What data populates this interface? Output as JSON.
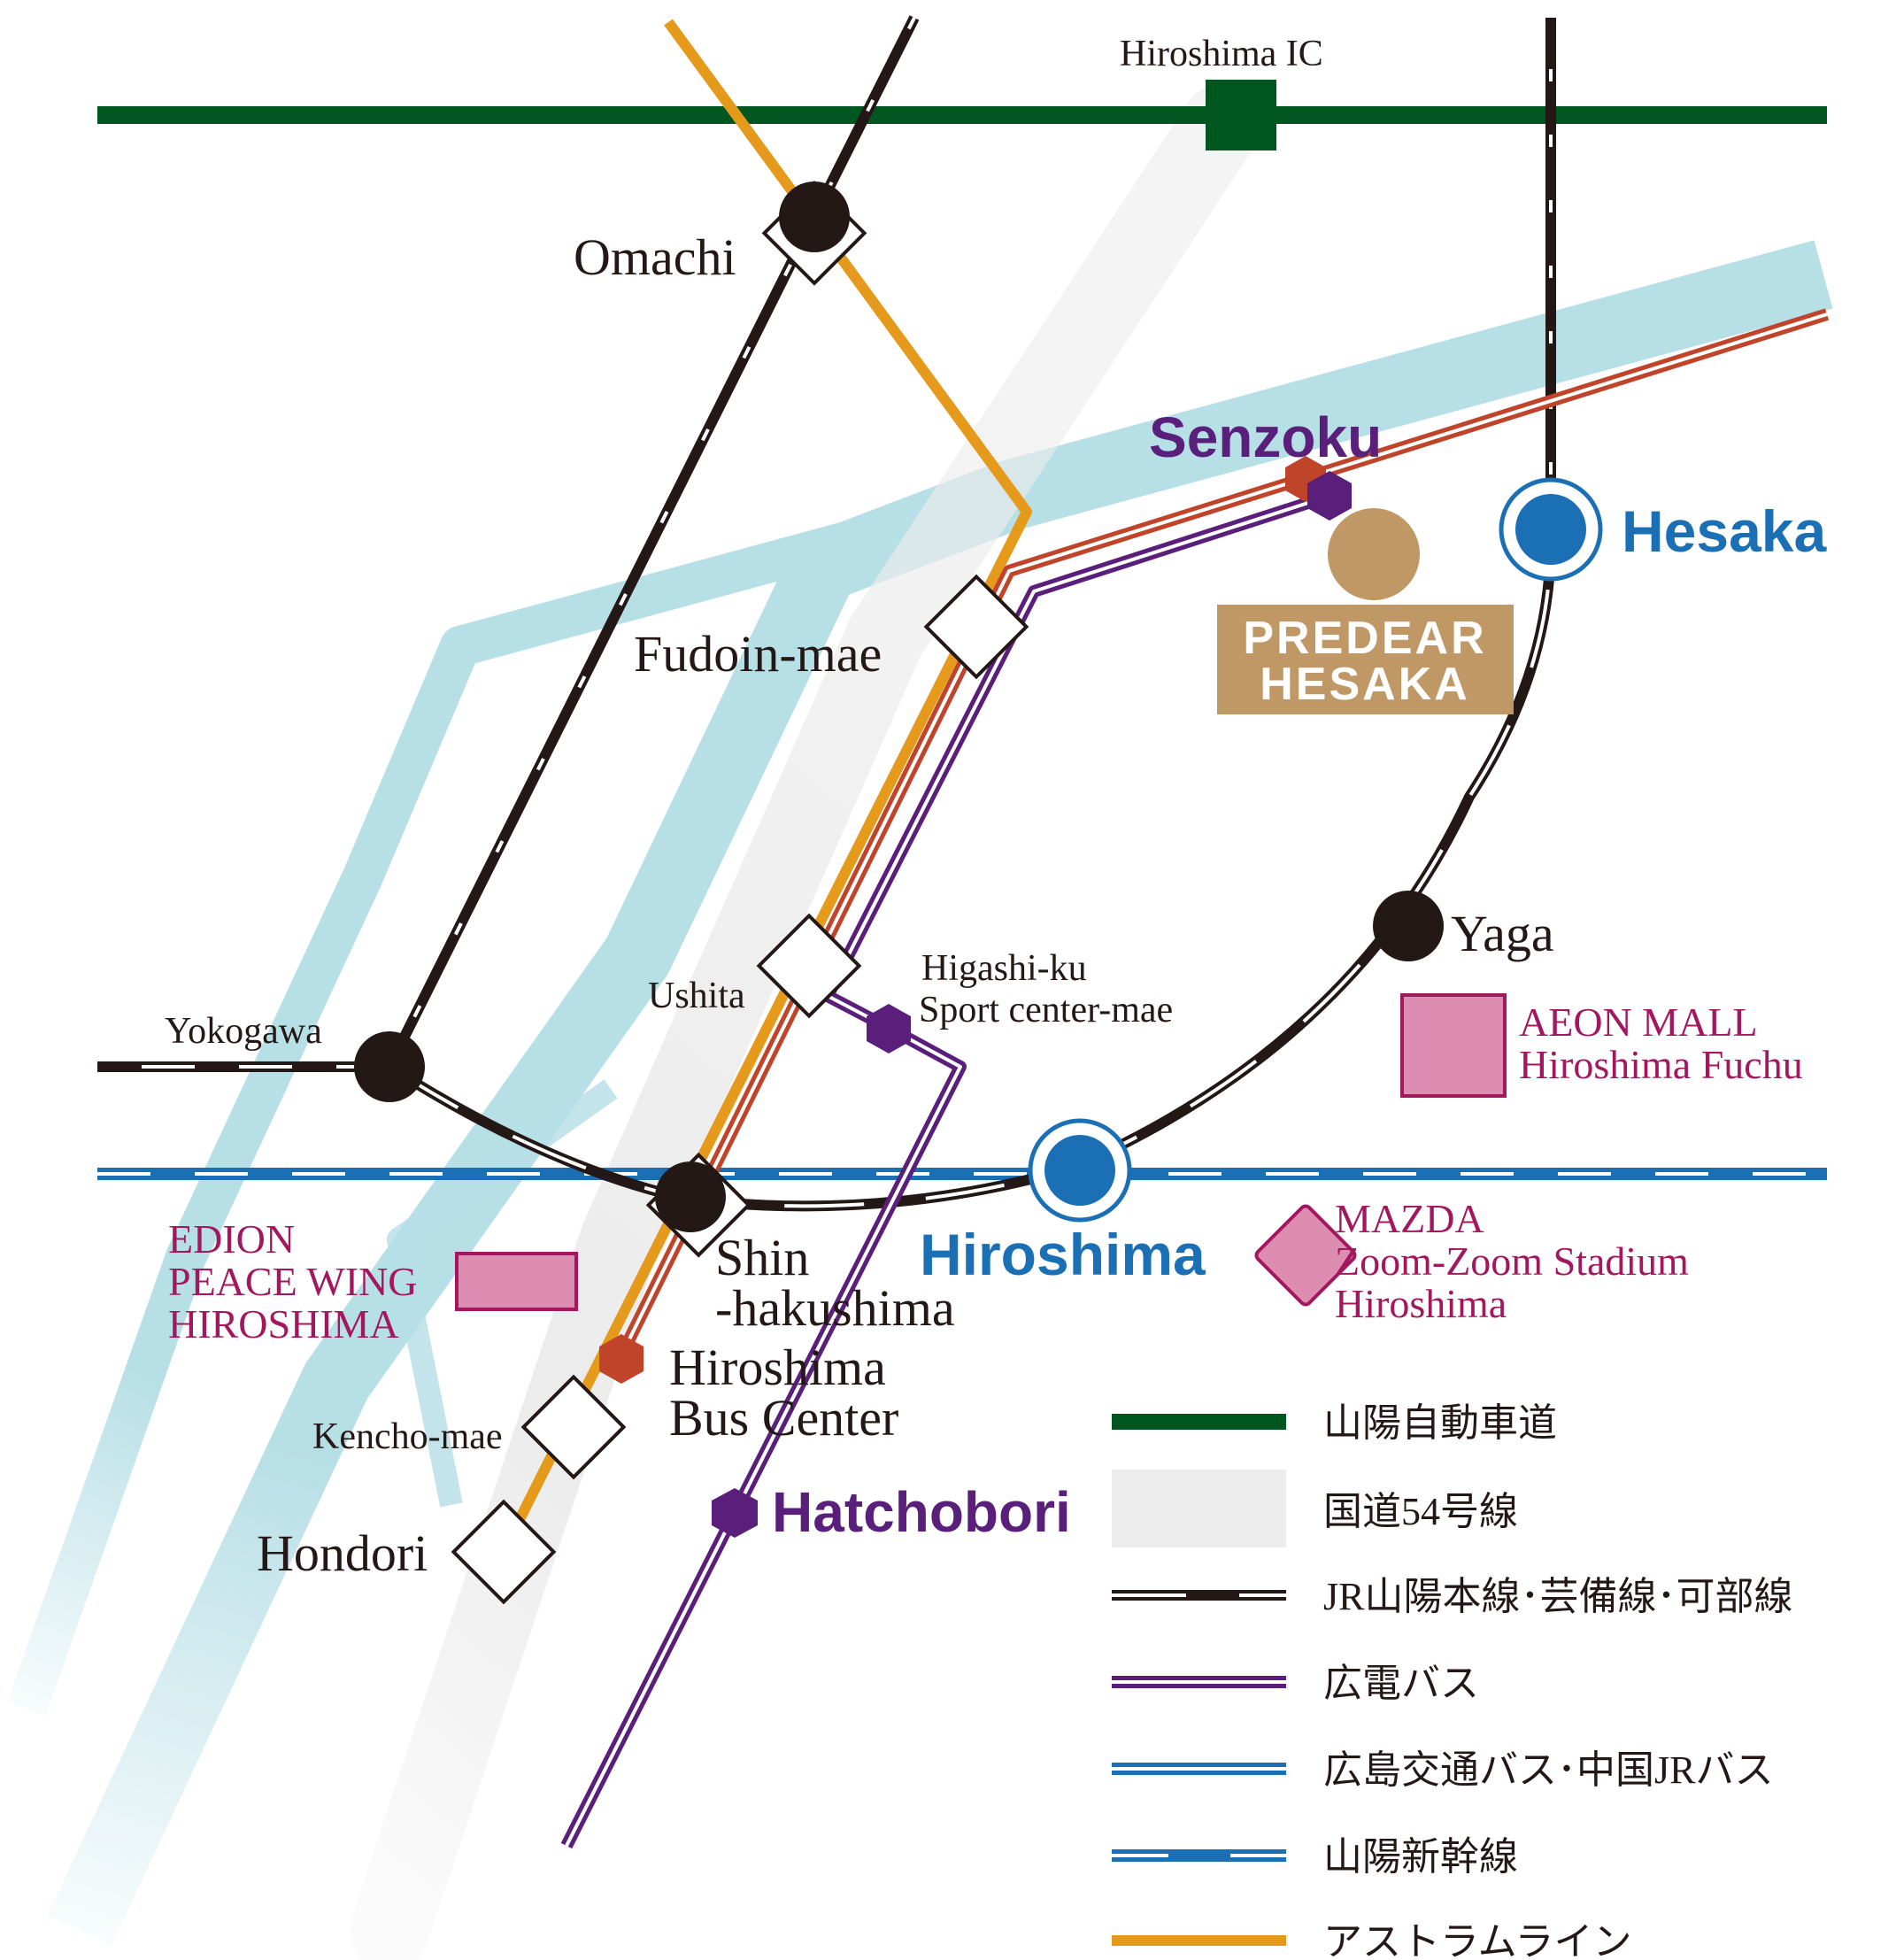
{
  "map": {
    "stations": {
      "omachi": "Omachi",
      "fudoin_mae": "Fudoin-mae",
      "ushita": "Ushita",
      "higashi_ku_line1": "Higashi-ku",
      "higashi_ku_line2": "Sport center-mae",
      "yokogawa": "Yokogawa",
      "shin_hakushima_line1": "Shin",
      "shin_hakushima_line2": "-hakushima",
      "hiroshima_bus_center_line1": "Hiroshima",
      "hiroshima_bus_center_line2": "Bus Center",
      "kencho_mae": "Kencho-mae",
      "hondori": "Hondori",
      "yaga": "Yaga",
      "hesaka": "Hesaka",
      "hiroshima": "Hiroshima",
      "senzoku": "Senzoku",
      "hatchobori": "Hatchobori",
      "hiroshima_ic": "Hiroshima IC"
    },
    "landmarks": {
      "predear_line1": "PREDEAR",
      "predear_line2": "HESAKA",
      "aeon_line1": "AEON MALL",
      "aeon_line2": "Hiroshima Fuchu",
      "edion_line1": "EDION",
      "edion_line2": "PEACE WING",
      "edion_line3": "HIROSHIMA",
      "mazda_line1": "MAZDA",
      "mazda_line2": "Zoom-Zoom Stadium",
      "mazda_line3": "Hiroshima"
    },
    "colors": {
      "expressway": "#00561f",
      "national_road": "#ececec",
      "river": "#b7dfe6",
      "jr_line": "#231815",
      "hiroden_bus": "#5a1f7a",
      "hiroshima_kotsu_bus": "#1a6fb5",
      "shinkansen": "#1a6fb5",
      "astram": "#e59a1b",
      "predear": "#bf9866",
      "landmark": "#dd8db0",
      "landmark_border": "#a3175f",
      "red_bus": "#c0442a"
    }
  },
  "legend": {
    "items": [
      {
        "label": "山陽自動車道",
        "icon": "expressway-line"
      },
      {
        "label": "国道54号線",
        "icon": "national-road-band"
      },
      {
        "label": "JR山陽本線･芸備線･可部線",
        "icon": "jr-line"
      },
      {
        "label": "広電バス",
        "icon": "hiroden-bus-line"
      },
      {
        "label": "広島交通バス･中国JRバス",
        "icon": "hiroshima-kotsu-bus-line"
      },
      {
        "label": "山陽新幹線",
        "icon": "shinkansen-line"
      },
      {
        "label": "アストラムライン",
        "icon": "astram-line"
      }
    ]
  }
}
